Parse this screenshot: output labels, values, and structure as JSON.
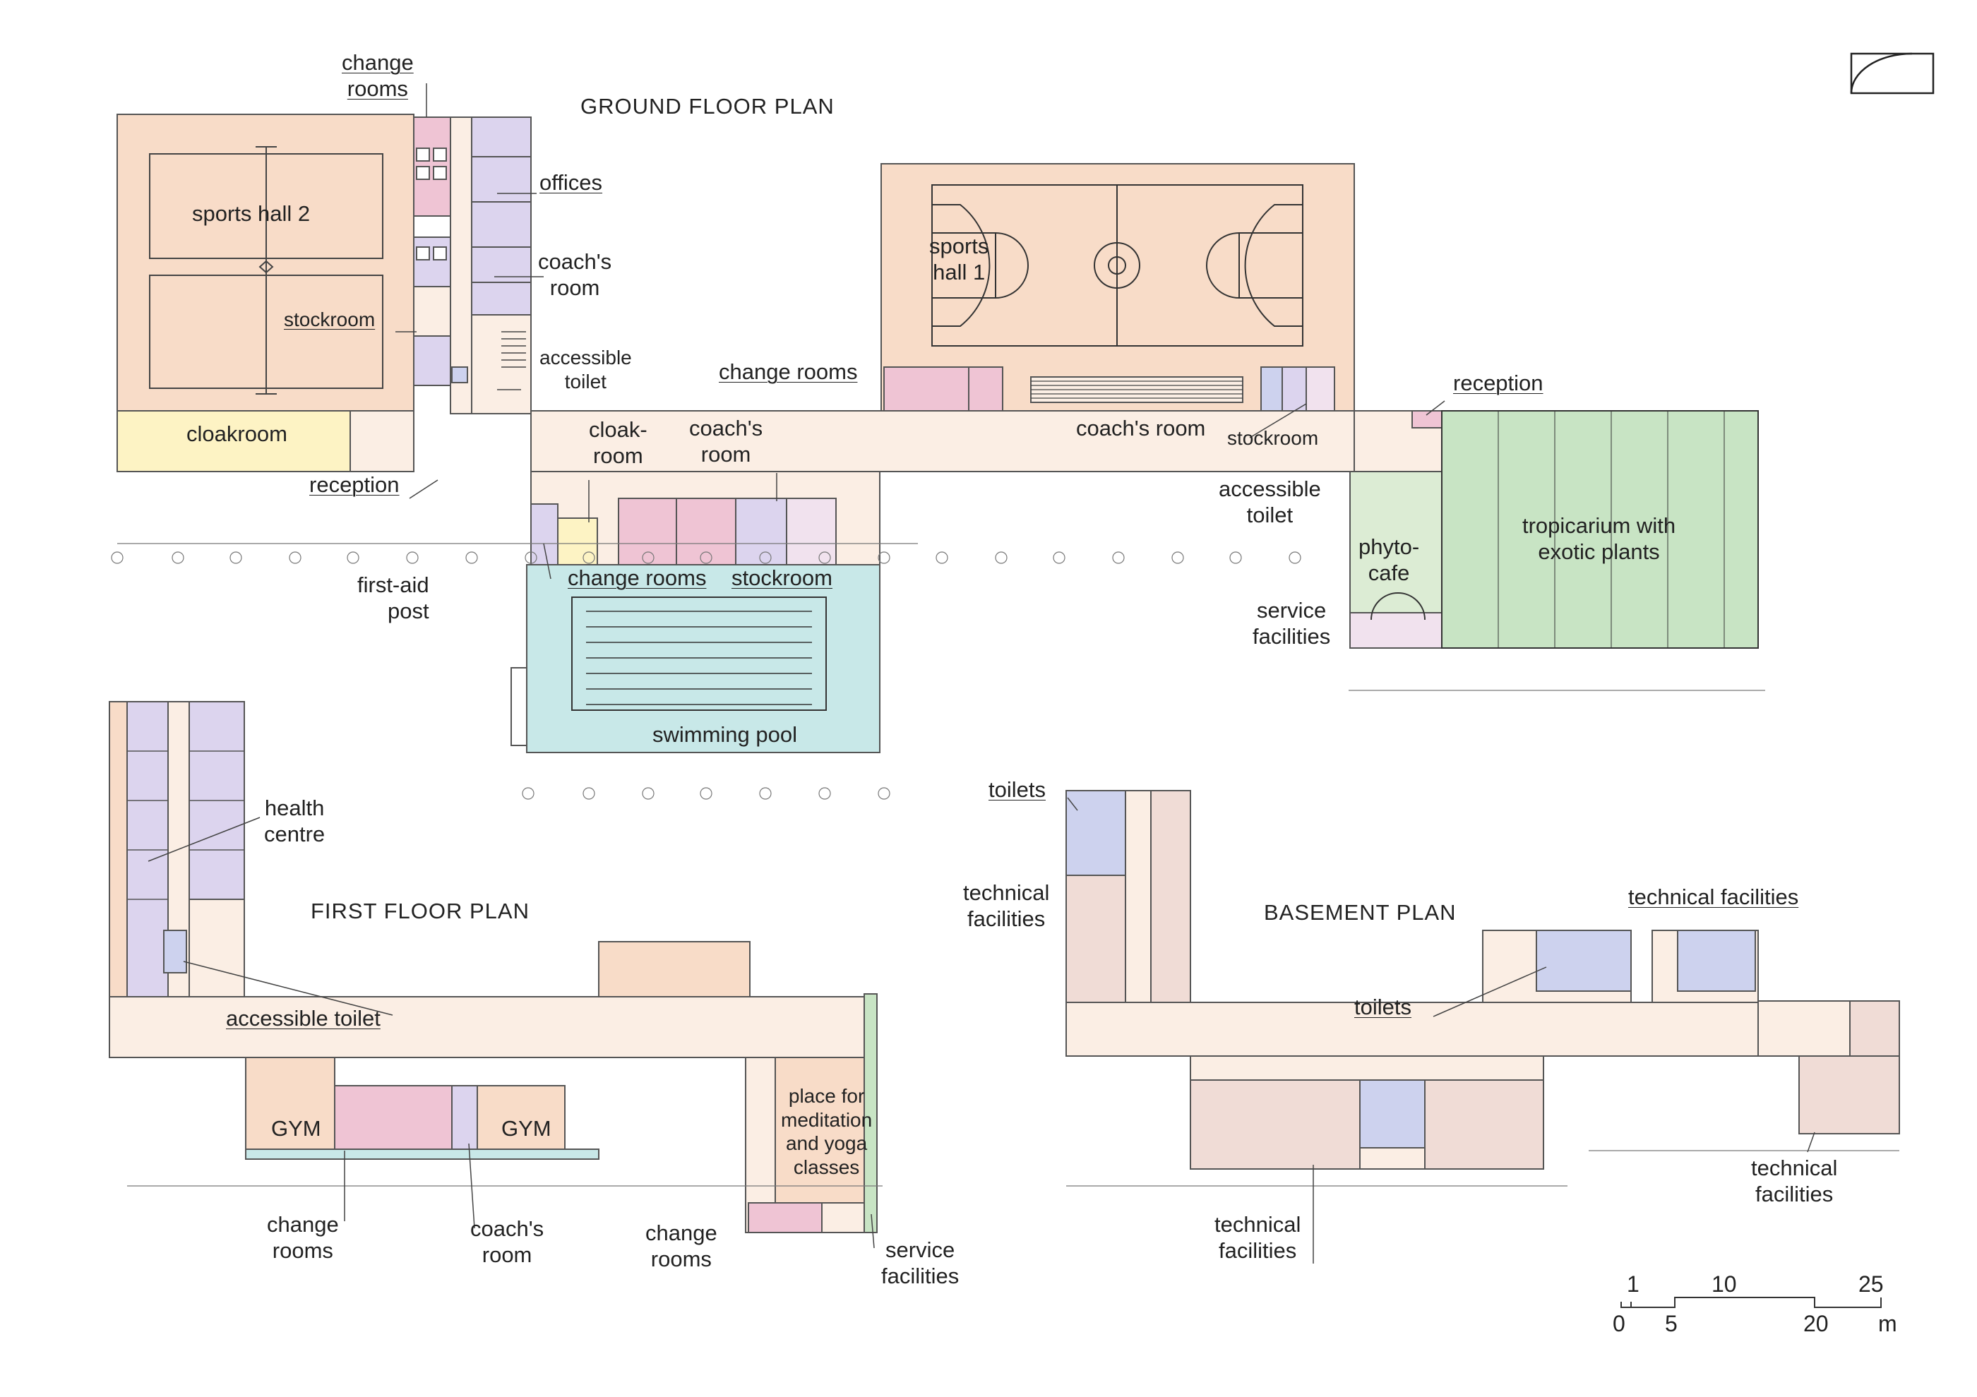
{
  "titles": {
    "ground": "GROUND FLOOR PLAN",
    "first": "FIRST FLOOR PLAN",
    "basement": "BASEMENT PLAN"
  },
  "ground_labels": {
    "change_rooms_top": "change\nrooms",
    "sports_hall_2": "sports hall 2",
    "offices": "offices",
    "coachs_room_left": "coach's\nroom",
    "stockroom_left": "stockroom",
    "accessible_toilet_left": "accessible\ntoilet",
    "cloakroom": "cloakroom",
    "reception_left": "reception",
    "cloak_room": "cloak-\nroom",
    "coachs_room_mid": "coach's\nroom",
    "first_aid_post": "first-aid\npost",
    "change_rooms_pool": "change rooms",
    "stockroom_pool": "stockroom",
    "swimming_pool": "swimming pool",
    "sports_hall_1": "sports\nhall 1",
    "change_rooms_hall1": "change rooms",
    "coachs_room_hall1": "coach's room",
    "stockroom_hall1": "stockroom",
    "reception_right": "reception",
    "accessible_toilet_right": "accessible\ntoilet",
    "phyto_cafe": "phyto-\ncafe",
    "service_facilities": "service\nfacilities",
    "tropicarium": "tropicarium with\nexotic plants"
  },
  "first_labels": {
    "health_centre": "health\ncentre",
    "accessible_toilet": "accessible toilet",
    "gym_left": "GYM",
    "gym_right": "GYM",
    "change_rooms_left": "change\nrooms",
    "coachs_room": "coach's\nroom",
    "place_meditation": "place for\nmeditation\nand yoga\nclasses",
    "change_rooms_right": "change\nrooms",
    "service_facilities": "service\nfacilities"
  },
  "basement_labels": {
    "toilets_top": "toilets",
    "technical_left": "technical\nfacilities",
    "technical_top_right": "technical facilities",
    "toilets_mid": "toilets",
    "technical_bottom": "technical\nfacilities",
    "technical_right": "technical\nfacilities"
  },
  "scale_bar": {
    "top_ticks": [
      "1",
      "10",
      "25"
    ],
    "bottom_ticks": [
      "0",
      "5",
      "20"
    ],
    "unit": "m"
  },
  "colors": {
    "sports_hall": "#f8dcc8",
    "corridor": "#fbeee4",
    "cloakroom": "#fdf3c4",
    "change": "#efc4d4",
    "offices": "#dcd4ee",
    "pool": "#c8e8e8",
    "tropicarium": "#c8e4c4",
    "cafe": "#dcecd4",
    "toilets": "#cdd2ee",
    "technical": "#f0dcd6",
    "line": "#555555"
  }
}
